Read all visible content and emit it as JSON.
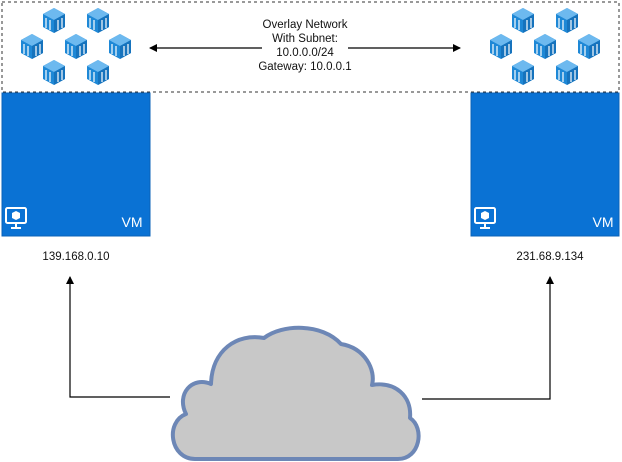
{
  "overlay": {
    "lines": [
      "Overlay Network",
      "With Subnet:",
      "10.0.0.0/24",
      "Gateway: 10.0.0.1"
    ]
  },
  "hosts": [
    {
      "vm_label": "VM",
      "ip": "139.168.0.10"
    },
    {
      "vm_label": "VM",
      "ip": "231.68.9.134"
    }
  ],
  "icons": {
    "cluster": "container-cluster-icon",
    "monitor": "monitor-icon",
    "cloud": "cloud-icon"
  },
  "colors": {
    "cluster_blue": "#1e88d6",
    "cluster_light": "#6db9ef",
    "vm_fill": "#0a72d4",
    "vm_border": "#0b63b8",
    "cloud_fill": "#c8c8c8",
    "cloud_stroke": "#6d87b6",
    "line": "#000000"
  }
}
